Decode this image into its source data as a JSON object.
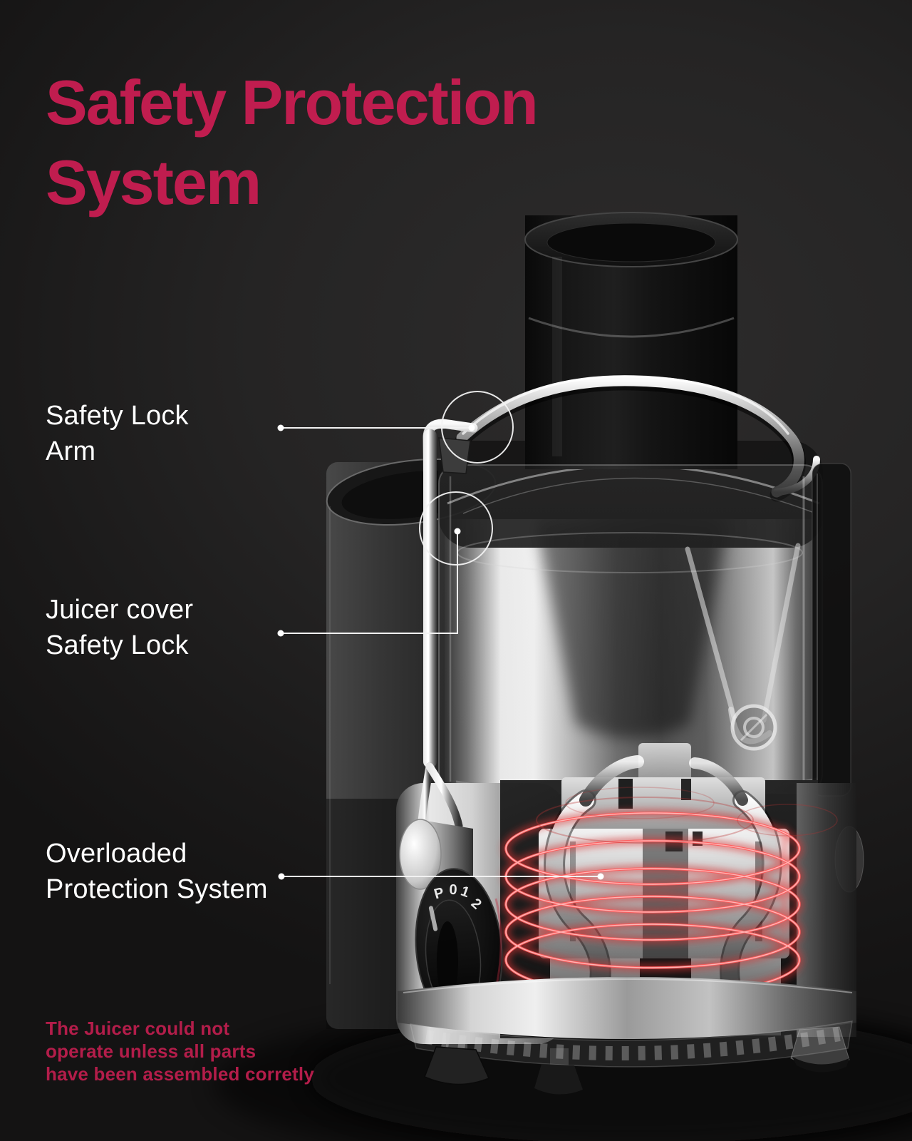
{
  "title": {
    "line1": "Safety Protection",
    "line2": "System"
  },
  "callouts": {
    "safety_lock_arm": {
      "line1": "Safety Lock",
      "line2": "Arm"
    },
    "juicer_cover_safety_lock": {
      "line1": "Juicer cover",
      "line2": "Safety Lock"
    },
    "overloaded_protection": {
      "line1": "Overloaded",
      "line2": "Protection System"
    }
  },
  "note": {
    "line1": "The Juicer could not",
    "line2": "operate unless all parts",
    "line3": "have been assembled corretly"
  },
  "dial": {
    "markings": [
      "P",
      "0",
      "1",
      "2"
    ]
  },
  "colors": {
    "accent": "#c01d4f",
    "note_text": "#b31d4a",
    "label_text": "#ffffff",
    "background": "#201f1f",
    "callout_line": "#f2f2f2",
    "coil_glow": "#ff5d5d"
  }
}
